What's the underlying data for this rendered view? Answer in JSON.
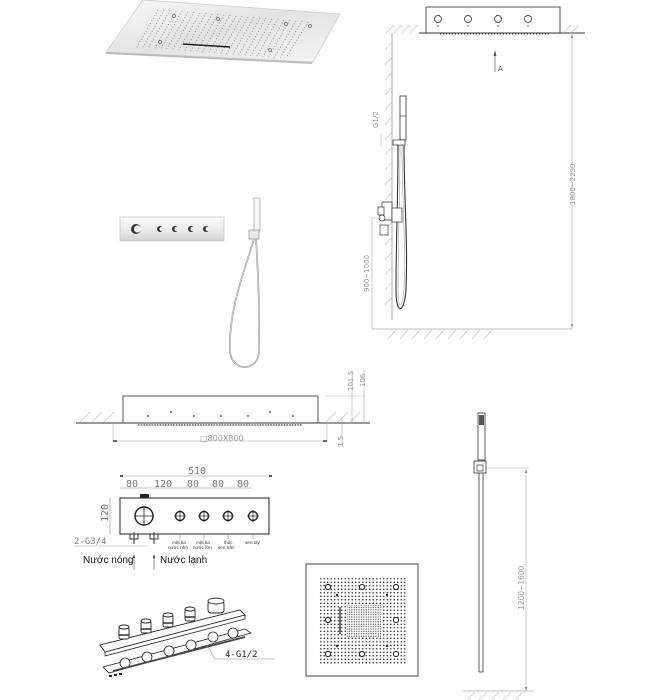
{
  "drawing": {
    "title": "Thermostatic concealed ceiling shower system - technical drawing",
    "colors": {
      "line": "#333333",
      "dim_line": "#9a9a9a",
      "hatch": "#b5b5b5",
      "chrome_light": "#f2f2f2",
      "chrome_dark": "#9e9e9e",
      "background": "#ffffff"
    }
  },
  "side_view_wall": {
    "g_thread": "G1/2",
    "mixer_height": "900~1000",
    "ceiling_height": "1800~2250",
    "arrow_label": "A"
  },
  "ceiling_section": {
    "size_label": "□800X800",
    "height_outer": "106",
    "height_inner": "101.5",
    "recess": "1.5"
  },
  "valve_front": {
    "total_width": "510",
    "spacing": [
      "80",
      "120",
      "80",
      "80",
      "80"
    ],
    "height": "120",
    "inlet_thread": "2-G3/4",
    "hot_water": "Nước nóng",
    "cold_water": "Nước lạnh",
    "outlets": [
      {
        "line1": "mặt tia",
        "line2": "nước nhỏ"
      },
      {
        "line1": "mặt tia",
        "line2": "nước lớn"
      },
      {
        "line1": "thác",
        "line2": "sen trần"
      },
      {
        "line1": "sen tay",
        "line2": ""
      }
    ]
  },
  "valve_iso": {
    "outlet_thread": "4-G1/2"
  },
  "hand_shower_side": {
    "height": "1200~1600"
  }
}
